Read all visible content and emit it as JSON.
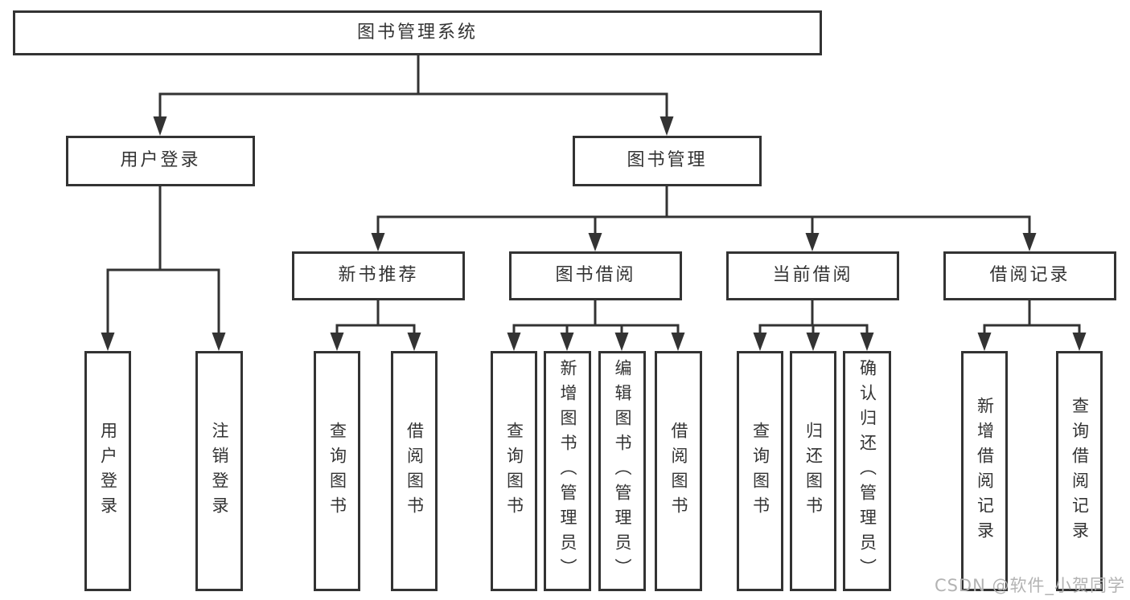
{
  "colors": {
    "line": "#333333",
    "text": "#333333",
    "background": "#ffffff",
    "watermark": "#b3b3b3"
  },
  "watermark": "CSDN @软件_小贺同学",
  "nodes": {
    "root": {
      "label": "图书管理系统"
    },
    "level2": [
      {
        "label": "用户登录"
      },
      {
        "label": "图书管理"
      }
    ],
    "level3": [
      {
        "label": "新书推荐",
        "parent": "图书管理"
      },
      {
        "label": "图书借阅",
        "parent": "图书管理"
      },
      {
        "label": "当前借阅",
        "parent": "图书管理"
      },
      {
        "label": "借阅记录",
        "parent": "图书管理"
      }
    ],
    "leaves": [
      {
        "label": "用户登录",
        "parent": "用户登录"
      },
      {
        "label": "注销登录",
        "parent": "用户登录"
      },
      {
        "label": "查询图书",
        "parent": "新书推荐"
      },
      {
        "label": "借阅图书",
        "parent": "新书推荐"
      },
      {
        "label": "查询图书",
        "parent": "图书借阅"
      },
      {
        "label": "新增图书（管理员）",
        "parent": "图书借阅"
      },
      {
        "label": "编辑图书（管理员）",
        "parent": "图书借阅"
      },
      {
        "label": "借阅图书",
        "parent": "图书借阅"
      },
      {
        "label": "查询图书",
        "parent": "当前借阅"
      },
      {
        "label": "归还图书",
        "parent": "当前借阅"
      },
      {
        "label": "确认归还（管理员）",
        "parent": "当前借阅"
      },
      {
        "label": "新增借阅记录",
        "parent": "借阅记录"
      },
      {
        "label": "查询借阅记录",
        "parent": "借阅记录"
      }
    ]
  }
}
